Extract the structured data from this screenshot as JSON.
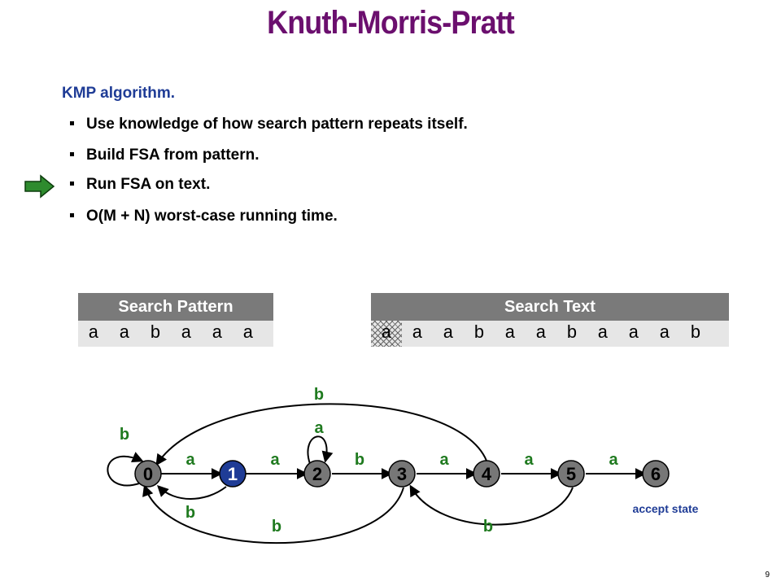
{
  "title": "Knuth-Morris-Pratt",
  "subtitle": "KMP algorithm.",
  "bullets": [
    "Use knowledge of how search pattern repeats itself.",
    "Build FSA from pattern.",
    "Run FSA on text.",
    "O(M + N) worst-case running time."
  ],
  "pattern": {
    "header": "Search Pattern",
    "chars": [
      "a",
      "a",
      "b",
      "a",
      "a",
      "a"
    ]
  },
  "text": {
    "header": "Search Text",
    "chars": [
      "a",
      "a",
      "a",
      "b",
      "a",
      "a",
      "b",
      "a",
      "a",
      "a",
      "b"
    ]
  },
  "fsa": {
    "states": [
      "0",
      "1",
      "2",
      "3",
      "4",
      "5",
      "6"
    ],
    "current_state": "1",
    "forward_labels": [
      "a",
      "a",
      "b",
      "a",
      "a",
      "a"
    ],
    "accept_label": "accept state",
    "back_labels": {
      "self0": "b",
      "self2": "a",
      "s1to0": "b",
      "s3to0": "b",
      "s4to0": "b",
      "s5to3": "b"
    }
  },
  "page_number": "9",
  "colors": {
    "title": "#6b0f6e",
    "accent": "#1f3c96",
    "label": "#1f7a1f",
    "header_bg": "#7a7a7a",
    "cell_bg": "#e6e6e6",
    "node": "#777777",
    "node_active": "#1f3c96",
    "arrow": "#2e8b2e"
  }
}
